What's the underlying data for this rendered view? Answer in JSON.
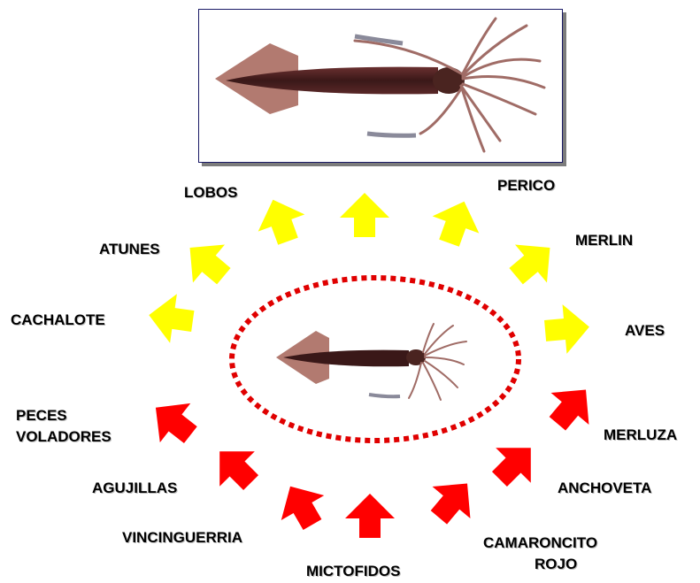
{
  "center_ellipse_color": "#e00000",
  "arrow_colors": {
    "predator": "#ffff00",
    "prey": "#ff0000"
  },
  "predators": [
    "LOBOS",
    "PERICO",
    "ATUNES",
    "MERLIN",
    "CACHALOTE",
    "AVES"
  ],
  "prey": {
    "peces_voladores": [
      "PECES",
      "VOLADORES"
    ],
    "merluza": "MERLUZA",
    "agujillas": "AGUJILLAS",
    "anchoveta": "ANCHOVETA",
    "vincinguerria": "VINCINGUERRIA",
    "camaroncito": [
      "CAMARONCITO",
      "ROJO"
    ],
    "mictofidos": "MICTOFIDOS"
  },
  "images": {
    "top": "squid-photo",
    "center": "squid-photo"
  }
}
